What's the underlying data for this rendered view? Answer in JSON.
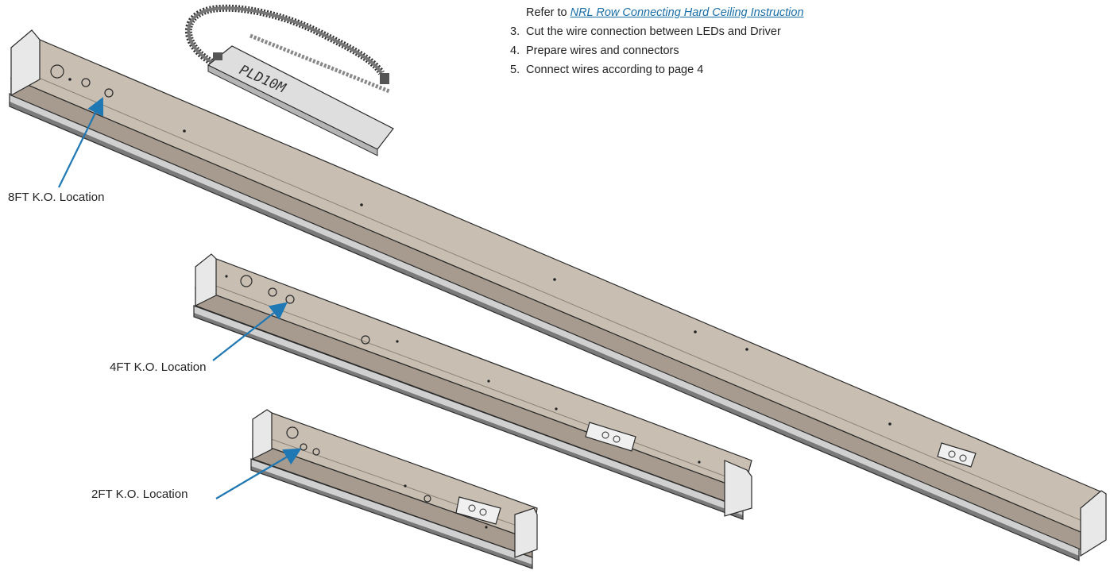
{
  "instructions": {
    "refer_prefix": "Refer to ",
    "refer_link": "NRL Row Connecting Hard Ceiling Instruction",
    "steps": [
      {
        "number": "3.",
        "text": "Cut the wire connection between LEDs and Driver"
      },
      {
        "number": "4.",
        "text": "Prepare wires and connectors"
      },
      {
        "number": "5.",
        "text": "Connect wires according to page 4"
      }
    ]
  },
  "driver": {
    "label": "PLD10M"
  },
  "callouts": {
    "ft8": "8FT K.O. Location",
    "ft4": "4FT K.O. Location",
    "ft2": "2FT K.O. Location"
  },
  "colors": {
    "housing_top": "#c9bfb2",
    "housing_side": "#a79c8f",
    "lens": "#d9d9d9",
    "outline": "#2a2a2a",
    "arrow": "#1f78b4",
    "link": "#1a6fa8"
  }
}
